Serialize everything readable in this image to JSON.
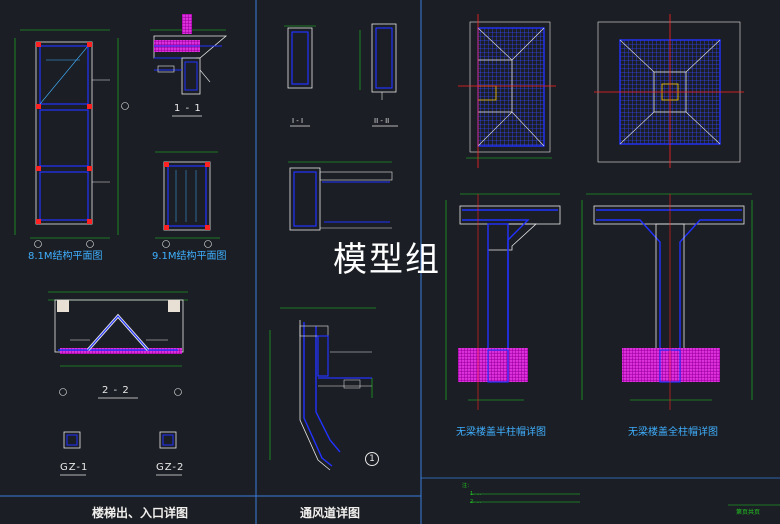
{
  "panels": {
    "left_title": "楼梯出、入口详图",
    "middle_title": "通风道详图"
  },
  "stair_drawings": {
    "plan_a_title": "8.1M结构平面图",
    "plan_b_title": "9.1M结构平面图",
    "section_1": "1 - 1",
    "section_2": "2 - 2",
    "column_1": "GZ-1",
    "column_2": "GZ-2"
  },
  "duct_drawings": {
    "section_1": "I - I",
    "section_2": "II - II",
    "detail_number": "1"
  },
  "column_cap_drawings": {
    "half_cap_title": "无梁楼盖半柱帽详图",
    "full_cap_title": "无梁楼盖全柱帽详图"
  },
  "watermark": "模型组",
  "notes": {
    "label": "注：",
    "line_1": "1. ...",
    "line_2": "2. ..."
  },
  "title_block_text": "第页共页",
  "colors": {
    "background": "#1b1e24",
    "rebar_blue": "#2233ff",
    "rebar_magenta": "#ee11cc",
    "dimension_green": "#22cc22",
    "title_blue": "#3fb0ff",
    "grid_red": "#ff2222"
  }
}
